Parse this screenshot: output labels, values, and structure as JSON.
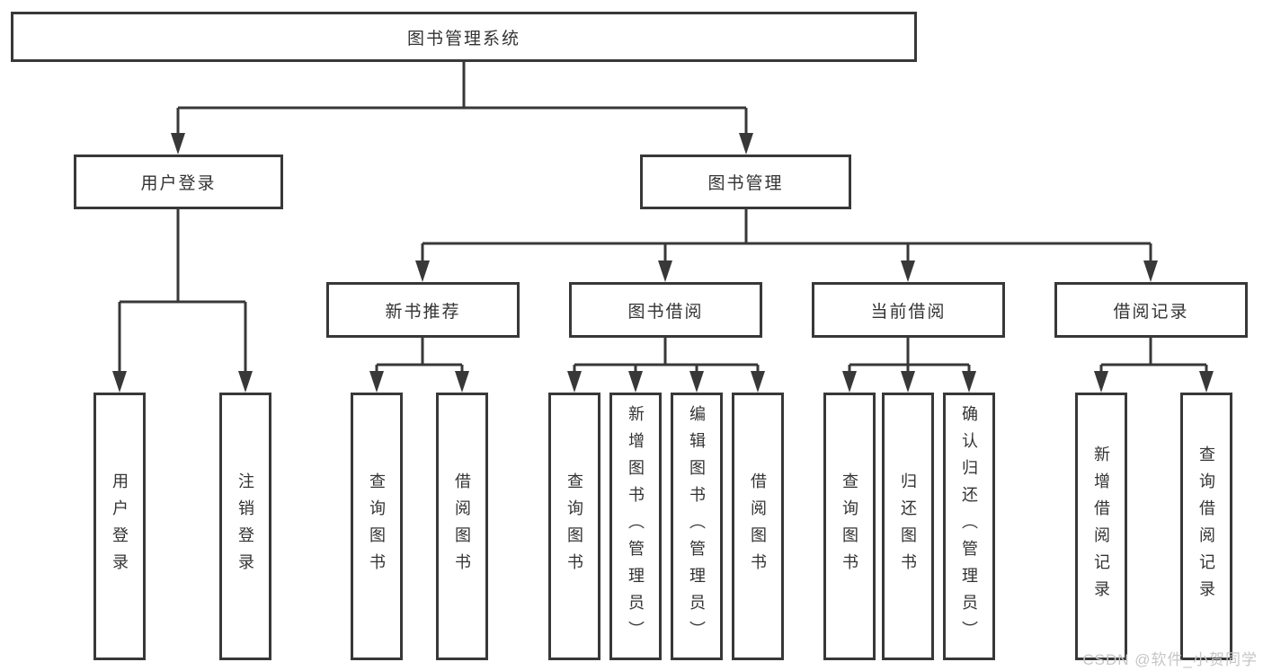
{
  "diagram_title": "图书管理系统",
  "nodes": {
    "root": "图书管理系统",
    "level2": [
      {
        "label": "用户登录",
        "leaves": [
          "用户登录",
          "注销登录"
        ]
      },
      {
        "label": "图书管理",
        "sections": [
          {
            "label": "新书推荐",
            "leaves": [
              "查询图书",
              "借阅图书"
            ]
          },
          {
            "label": "图书借阅",
            "leaves": [
              "查询图书",
              "新增图书（管理员）",
              "编辑图书（管理员）",
              "借阅图书"
            ]
          },
          {
            "label": "当前借阅",
            "leaves": [
              "查询图书",
              "归还图书",
              "确认归还（管理员）"
            ]
          },
          {
            "label": "借阅记录",
            "leaves": [
              "新增借阅记录",
              "查询借阅记录"
            ]
          }
        ]
      }
    ]
  },
  "watermark": "CSDN @软件_小贺同学",
  "colors": {
    "line": "#383838",
    "text": "#333333",
    "box_background": "#ffffff",
    "watermark": "#c6c6c6"
  }
}
